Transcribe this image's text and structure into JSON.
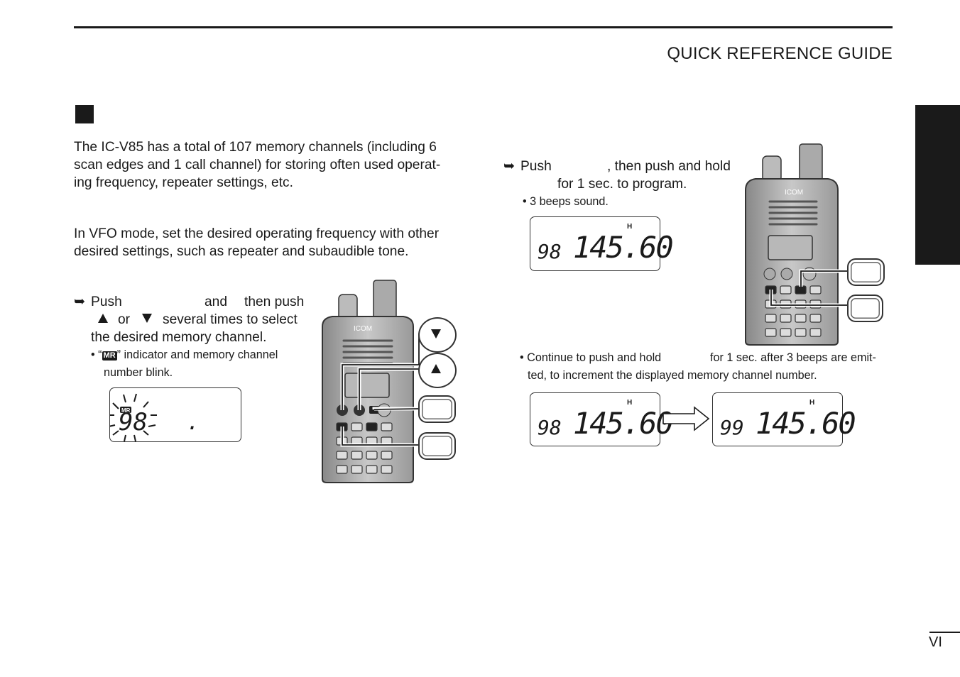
{
  "header": {
    "title": "QUICK REFERENCE GUIDE"
  },
  "intro": {
    "line1": "The IC-V85 has a total of 107 memory channels (including 6",
    "line2": "scan edges and 1 call channel) for storing often used operat-",
    "line3": "ing frequency, repeater settings, etc."
  },
  "vfo": {
    "line1": "In VFO mode, set the desired operating frequency with other",
    "line2": "desired settings, such as repeater and subaudible tone."
  },
  "step1": {
    "w_push": "Push",
    "w_and": "and",
    "w_then_push": "then push",
    "w_or": "or",
    "w_several": "several times to select",
    "line3": "the desired memory channel.",
    "note_open": "• “",
    "note_badge": "MR",
    "note_rest": "” indicator and memory channel",
    "note_line2": "number blink."
  },
  "step2": {
    "w_push": "Push",
    "w_then": ", then push and hold",
    "line2": "for 1 sec. to program.",
    "note": "• 3 beeps sound."
  },
  "continue_note": {
    "part1": "• Continue to push and hold",
    "part2": "for 1 sec. after 3 beeps are emit-",
    "line2": "ted, to increment the displayed memory channel number."
  },
  "lcd": {
    "h_mark": "H",
    "blink_channel": "98",
    "blink_dot": ".",
    "prog_channel": "98",
    "prog_freq": "145.60",
    "before_channel": "98",
    "before_freq": "145.60",
    "after_channel": "99",
    "after_freq": "145.60"
  },
  "radio": {
    "brand": "ICOM"
  },
  "footer": {
    "page": "VI"
  }
}
